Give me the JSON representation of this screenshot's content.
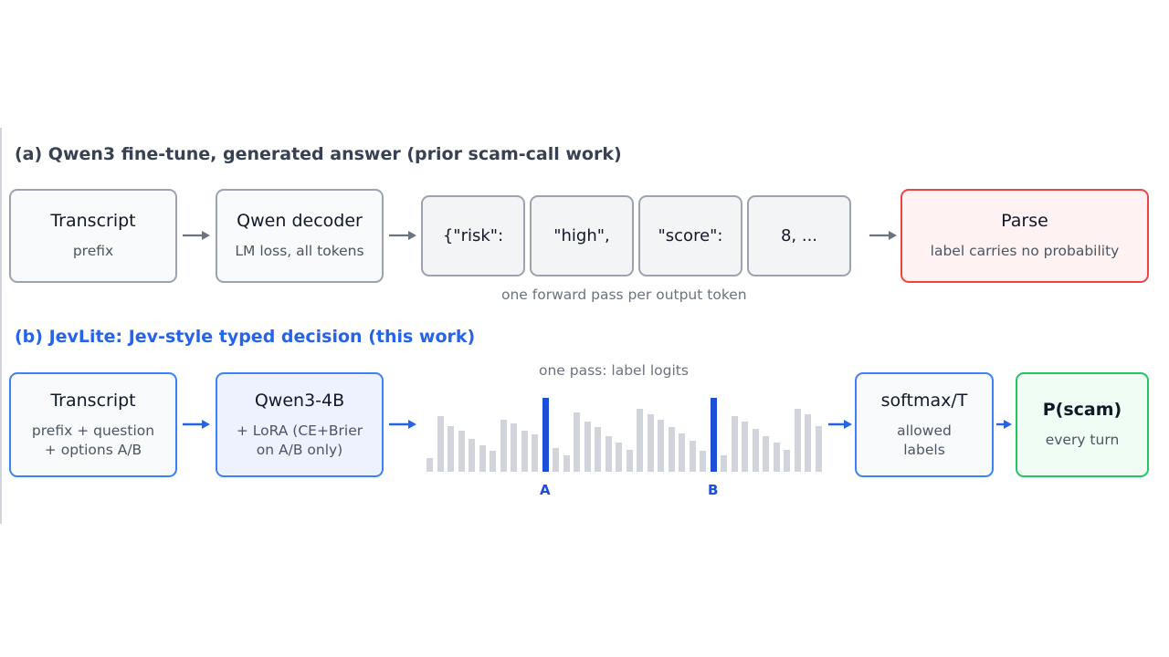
{
  "section_a": {
    "title": "(a) Qwen3 fine-tune, generated answer (prior scam-call work)",
    "transcript": {
      "title": "Transcript",
      "sub": "prefix"
    },
    "decoder": {
      "title": "Qwen decoder",
      "sub": "LM loss, all tokens"
    },
    "tokens": [
      "{\"risk\":",
      "\"high\",",
      "\"score\":",
      "8, ..."
    ],
    "token_caption": "one forward pass per output token",
    "parse": {
      "title": "Parse",
      "sub": "label carries no probability"
    }
  },
  "section_b": {
    "title": "(b) JevLite: Jev-style typed decision (this work)",
    "transcript": {
      "title": "Transcript",
      "sub1": "prefix + question",
      "sub2": "+ options A/B"
    },
    "model": {
      "title": "Qwen3-4B",
      "sub1": "+ LoRA (CE+Brier",
      "sub2": "on A/B only)"
    },
    "logits_caption": "one pass: label logits",
    "logit_labels": [
      "A",
      "B"
    ],
    "logit_bars": [
      0.18,
      0.75,
      0.62,
      0.55,
      0.45,
      0.36,
      0.28,
      0.7,
      0.65,
      0.55,
      0.5,
      1.0,
      0.32,
      0.22,
      0.8,
      0.68,
      0.6,
      0.48,
      0.4,
      0.3,
      0.85,
      0.78,
      0.7,
      0.6,
      0.52,
      0.42,
      0.28,
      1.0,
      0.22,
      0.75,
      0.68,
      0.58,
      0.48,
      0.4,
      0.3,
      0.85,
      0.78,
      0.62
    ],
    "logit_highlight_indices": [
      11,
      27
    ],
    "softmax": {
      "title": "softmax/T",
      "sub1": "allowed",
      "sub2": "labels"
    },
    "output": {
      "title": "P(scam)",
      "sub": "every turn"
    }
  },
  "colors": {
    "accent": "#2563eb",
    "bar": "#d1d5db",
    "bar_highlight": "#1d4ed8",
    "arrow_gray": "#6b7280",
    "arrow_blue": "#2563eb"
  }
}
